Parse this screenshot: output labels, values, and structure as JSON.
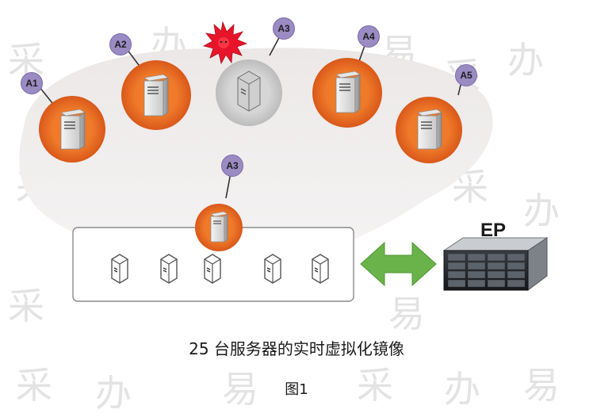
{
  "nodes": {
    "a1": "A1",
    "a2": "A2",
    "a3": "A3",
    "a4": "A4",
    "a5": "A5",
    "a3_migrated": "A3"
  },
  "storage": {
    "label": "EP"
  },
  "caption": "25 台服务器的实时虚拟化镜像",
  "figure_label": "图1",
  "watermark": [
    "采",
    "办",
    "易"
  ],
  "colors": {
    "server_ring": "#e8641e",
    "failed_ring": "#c8c8c8",
    "failure_burst": "#e8152a",
    "node_label_bg": "#9a8bc3",
    "arrow": "#6ab34a",
    "cloud": "#eeeaea"
  }
}
